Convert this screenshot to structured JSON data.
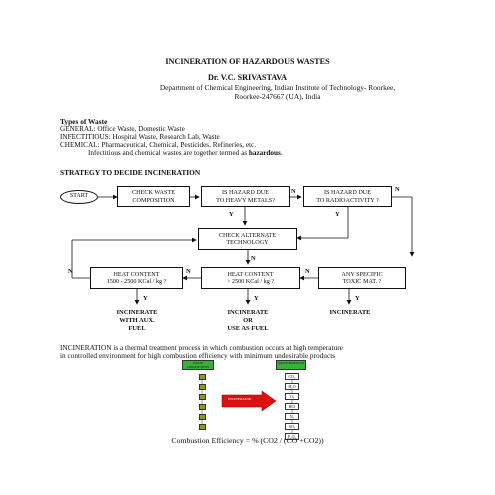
{
  "header": {
    "title": "INCINERATION OF HAZARDOUS WASTES",
    "author": "Dr. V.C. SRIVASTAVA",
    "affiliation_line1": "Department of Chemical Engineering, Indian Institute of Technology- Roorkee,",
    "affiliation_line2": "Roorkee-247667 (UA), India"
  },
  "types": {
    "heading": "Types of Waste",
    "general": "GENERAL: Office Waste, Domestic Waste",
    "infectious": "INFECTITIOUS: Hospital Waste, Research Lab, Waste",
    "chemical": "CHEMICAL: Pharmaceutical, Chemical, Pesticides, Refineries, etc.",
    "note_prefix": "Infectitious and chemical wastes are together termed as ",
    "note_bold": "hazardous",
    "note_suffix": "."
  },
  "strategy": {
    "heading": "STRATEGY TO DECIDE INCINERATION",
    "start": "START",
    "check_waste": [
      "CHECK WASTE",
      "COMPOSITION"
    ],
    "heavy_metals": [
      "IS HAZARD DUE",
      "TO HEAVY METALS?"
    ],
    "radioactivity": [
      "IS HAZARD DUE",
      "TO RADIOACTIVITY ?"
    ],
    "check_alt": [
      "CHECK ALTERNATE",
      "TECHNOLOGY"
    ],
    "heat_low": [
      "HEAT CONTENT",
      "1500 - 2500  KCal / kg ?"
    ],
    "heat_high": [
      "HEAT CONTENT",
      ">  2500 KCal / kg ?"
    ],
    "toxic": [
      "ANY SPECIFIC",
      "TOXIC MAT. ?"
    ],
    "yes": "Y",
    "no": "N",
    "out_aux": [
      "INCINERATE",
      "WITH AUX.",
      "FUEL"
    ],
    "out_fuel": [
      "INCINERATE",
      "OR",
      "USE AS FUEL"
    ],
    "out_plain": [
      "INCINERATE"
    ]
  },
  "definition": {
    "line1": "INCINERATION is a thermal treatment process in which combustion occurs at high temperature",
    "line2": "in controlled environment for high combustion efficiency with minimum undesirable products"
  },
  "process_diagram": {
    "left_header": "WASTE CONSTITUENTS",
    "right_header": "WASTE PRODUCTS",
    "arrow_label": "INCINERATOR",
    "products": [
      "CO₂",
      "H₂O",
      "O₂",
      "HCl",
      "N₂",
      "SO₂",
      "P₂O₅"
    ],
    "colors": {
      "left_header": "#3ab03a",
      "right_header": "#3ab03a",
      "arrow": "#e01010",
      "squares": "#8a9a2a"
    }
  },
  "efficiency": "Combustion Efficiency = % (CO2 / (CO +CO2))"
}
